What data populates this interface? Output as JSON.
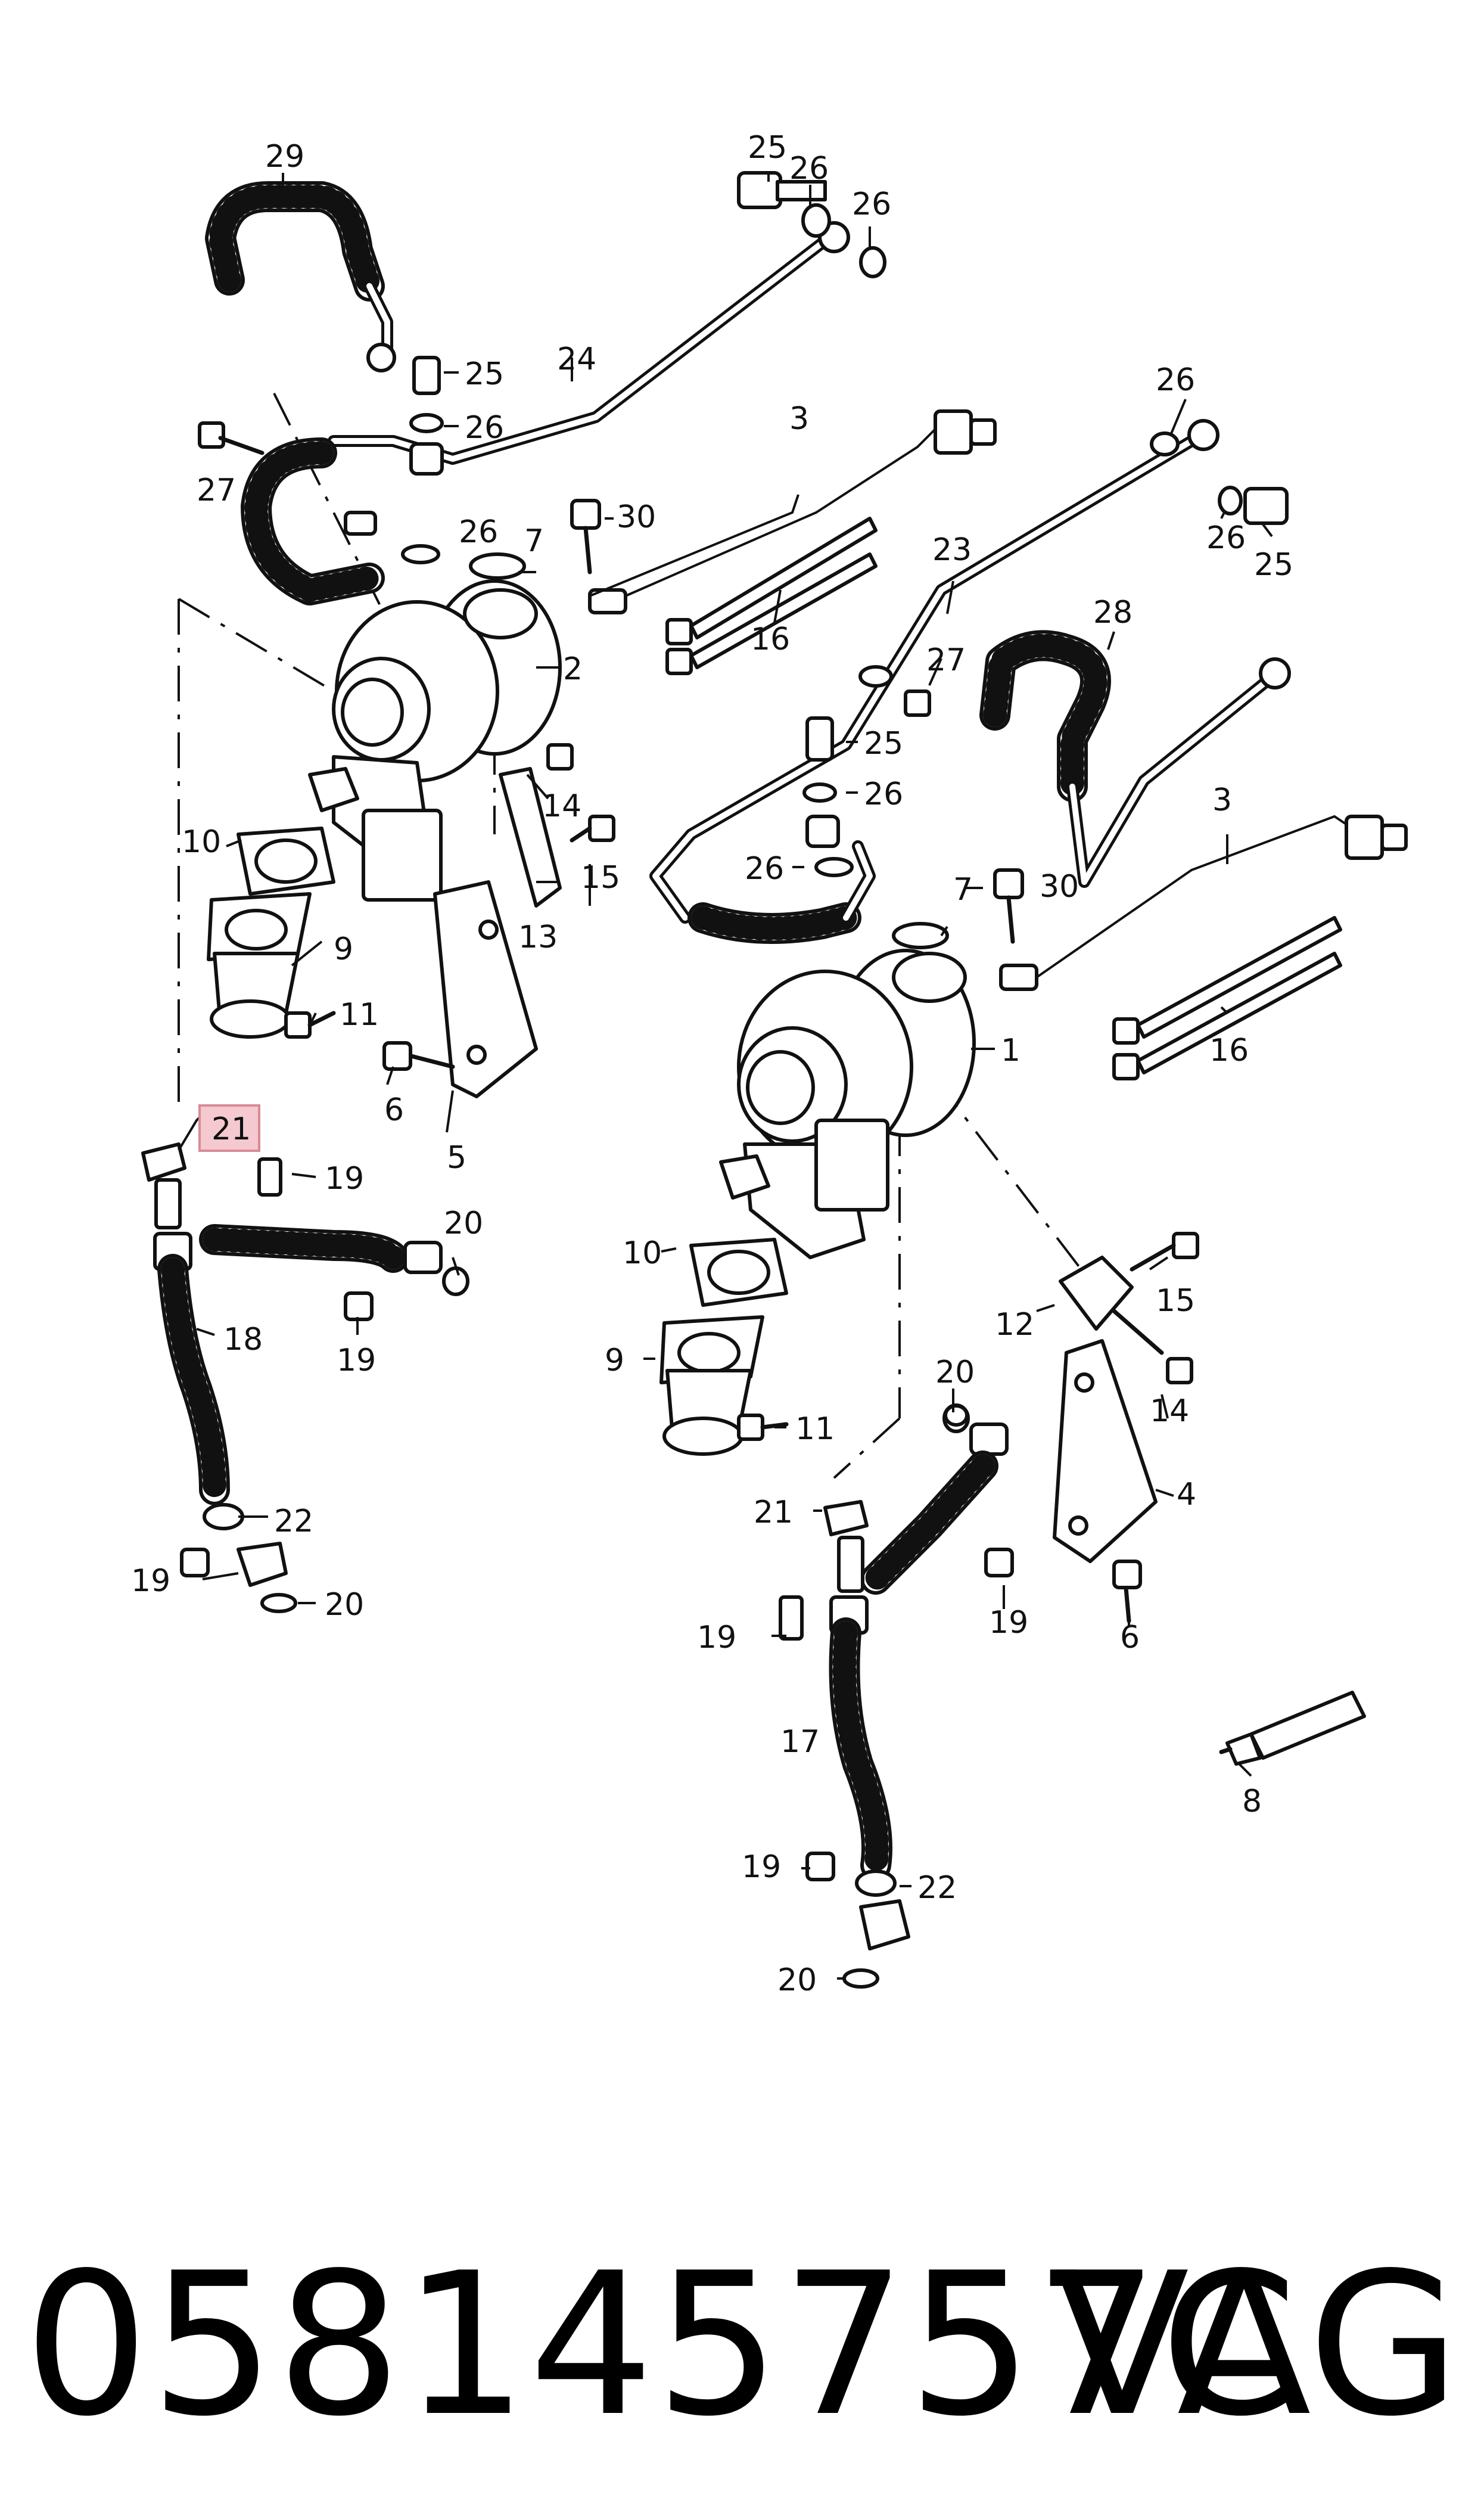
{
  "diagram": {
    "highlight_color": "#f4c9cf",
    "highlighted_callout": "21",
    "callouts": [
      "1",
      "2",
      "3",
      "3",
      "4",
      "5",
      "6",
      "6",
      "7",
      "7",
      "8",
      "9",
      "9",
      "10",
      "10",
      "11",
      "11",
      "12",
      "13",
      "14",
      "14",
      "15",
      "15",
      "16",
      "16",
      "17",
      "18",
      "19",
      "19",
      "19",
      "19",
      "19",
      "19",
      "20",
      "20",
      "20",
      "20",
      "21",
      "21",
      "22",
      "22",
      "23",
      "24",
      "25",
      "25",
      "25",
      "25",
      "26",
      "26",
      "26",
      "26",
      "26",
      "26",
      "26",
      "27",
      "27",
      "28",
      "29",
      "30",
      "30"
    ]
  },
  "footer": {
    "part_number": "058145757C",
    "brand": "VAG"
  }
}
